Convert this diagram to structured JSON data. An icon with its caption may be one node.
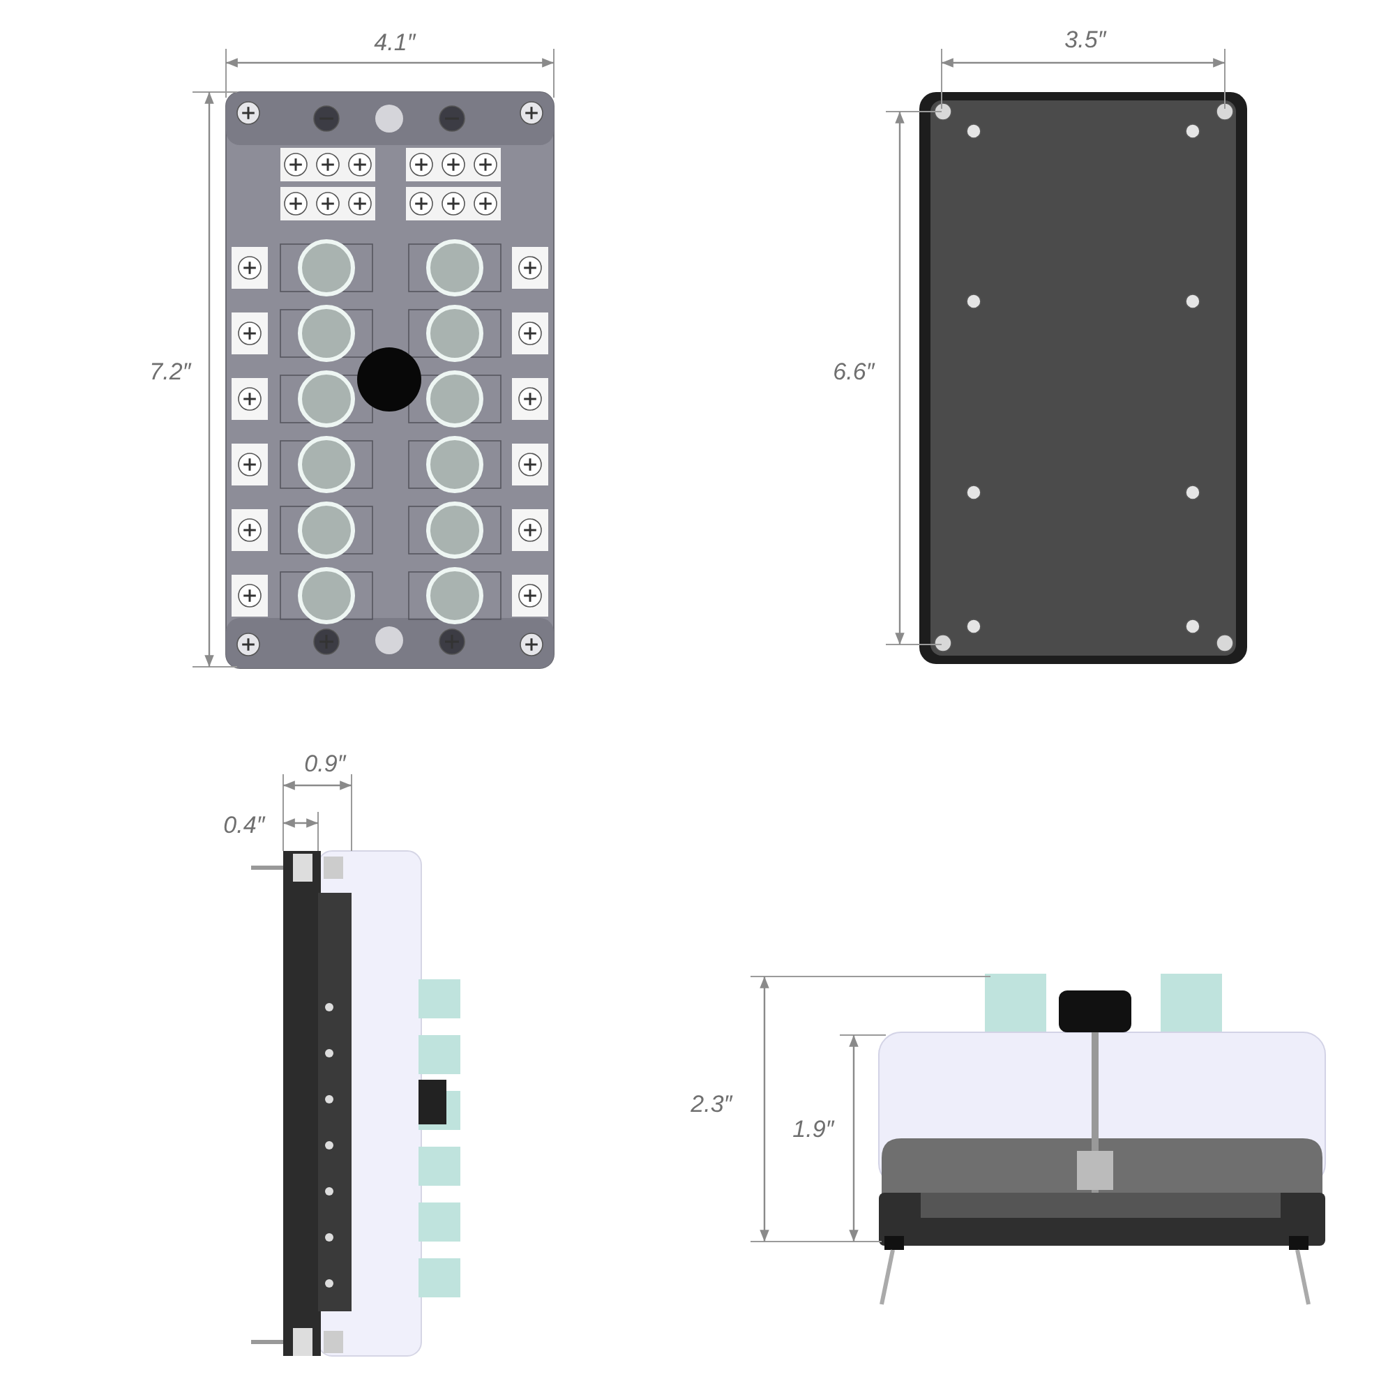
{
  "diagram": {
    "labels": [
      "4.1″",
      "3.5″",
      "7.2″",
      "6.6″",
      "0.9″",
      "0.4″",
      "2.3″",
      "1.9″"
    ]
  }
}
